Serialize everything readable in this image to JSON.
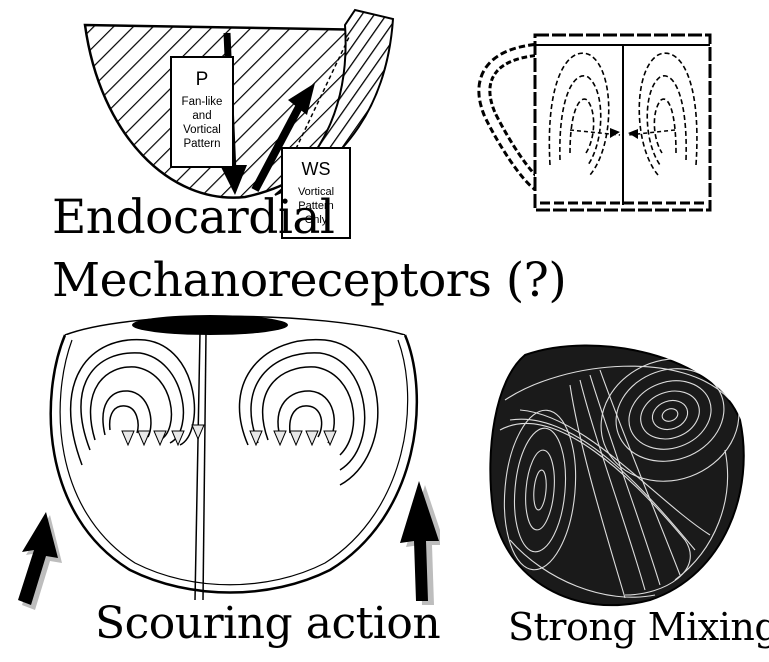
{
  "top_left": {
    "p_box": {
      "letter": "P",
      "lines": [
        "Fan-like",
        "and",
        "Vortical",
        "Pattern"
      ]
    },
    "ws_box": {
      "letter": "WS",
      "lines": [
        "Vortical",
        "Pattern",
        "Only"
      ]
    }
  },
  "headings": {
    "line1": "Endocardial",
    "line2": "Mechanoreceptors (?)"
  },
  "captions": {
    "left": "Scouring action",
    "right": "Strong Mixing"
  },
  "colors": {
    "ink": "#000000",
    "paper": "#ffffff",
    "arrow_grey": "#bdbdbd"
  }
}
